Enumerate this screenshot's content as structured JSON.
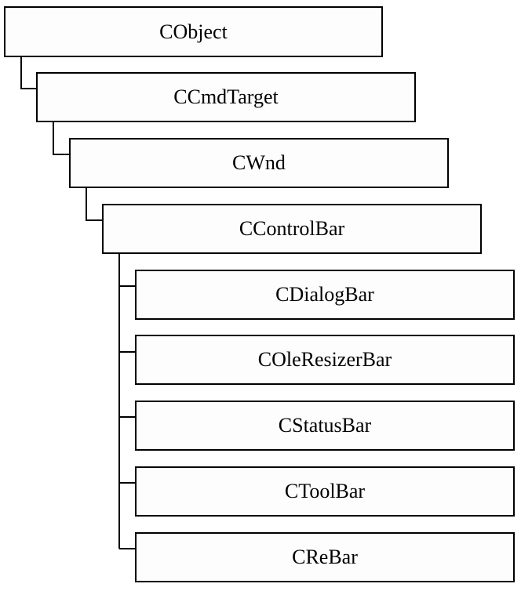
{
  "classes": [
    {
      "id": "cobject",
      "name": "CObject"
    },
    {
      "id": "ccmdtarget",
      "name": "CCmdTarget"
    },
    {
      "id": "cwnd",
      "name": "CWnd"
    },
    {
      "id": "ccontrolbar",
      "name": "CControlBar"
    },
    {
      "id": "cdialogbar",
      "name": "CDialogBar"
    },
    {
      "id": "coleresizerbar",
      "name": "COleResizerBar"
    },
    {
      "id": "cstatusbar",
      "name": "CStatusBar"
    },
    {
      "id": "ctoolbar",
      "name": "CToolBar"
    },
    {
      "id": "crebar",
      "name": "CReBar"
    }
  ],
  "edges": [
    {
      "from": "cobject",
      "to": "ccmdtarget"
    },
    {
      "from": "ccmdtarget",
      "to": "cwnd"
    },
    {
      "from": "cwnd",
      "to": "ccontrolbar"
    },
    {
      "from": "ccontrolbar",
      "to": "cdialogbar"
    },
    {
      "from": "ccontrolbar",
      "to": "coleresizerbar"
    },
    {
      "from": "ccontrolbar",
      "to": "cstatusbar"
    },
    {
      "from": "ccontrolbar",
      "to": "ctoolbar"
    },
    {
      "from": "ccontrolbar",
      "to": "crebar"
    }
  ]
}
